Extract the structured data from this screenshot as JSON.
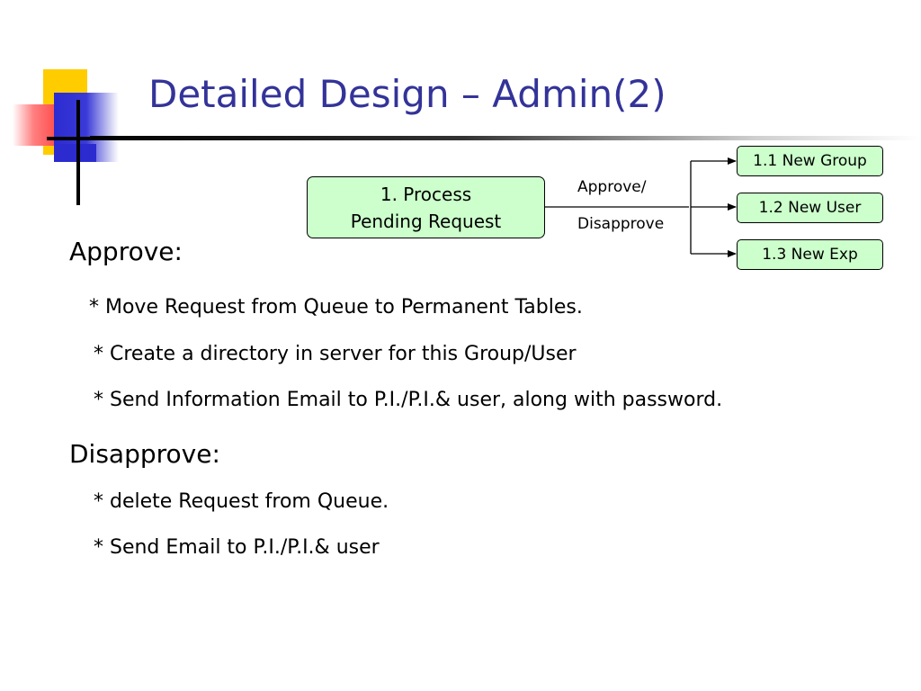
{
  "slide": {
    "title": "Detailed Design – Admin(2)"
  },
  "diagram": {
    "main_node": {
      "line1": "1. Process",
      "line2": "Pending Request"
    },
    "edge_label": {
      "line1": "Approve/",
      "line2": "Disapprove"
    },
    "sub_nodes": [
      {
        "label": "1.1 New Group"
      },
      {
        "label": "1.2 New User"
      },
      {
        "label": "1.3 New Exp"
      }
    ]
  },
  "approve": {
    "heading": "Approve:",
    "items": [
      "* Move Request from Queue to Permanent Tables.",
      "* Create a directory in server for this Group/User",
      "* Send Information Email to P.I./P.I.& user, along with password."
    ]
  },
  "disapprove": {
    "heading": "Disapprove:",
    "items": [
      "* delete Request from Queue.",
      "* Send Email to P.I./P.I.& user"
    ]
  },
  "colors": {
    "title": "#333399",
    "node_fill": "#ccffcc",
    "logo_yellow": "#ffcc00",
    "logo_red": "#ff2a2a",
    "logo_blue": "#2b2bd0"
  }
}
